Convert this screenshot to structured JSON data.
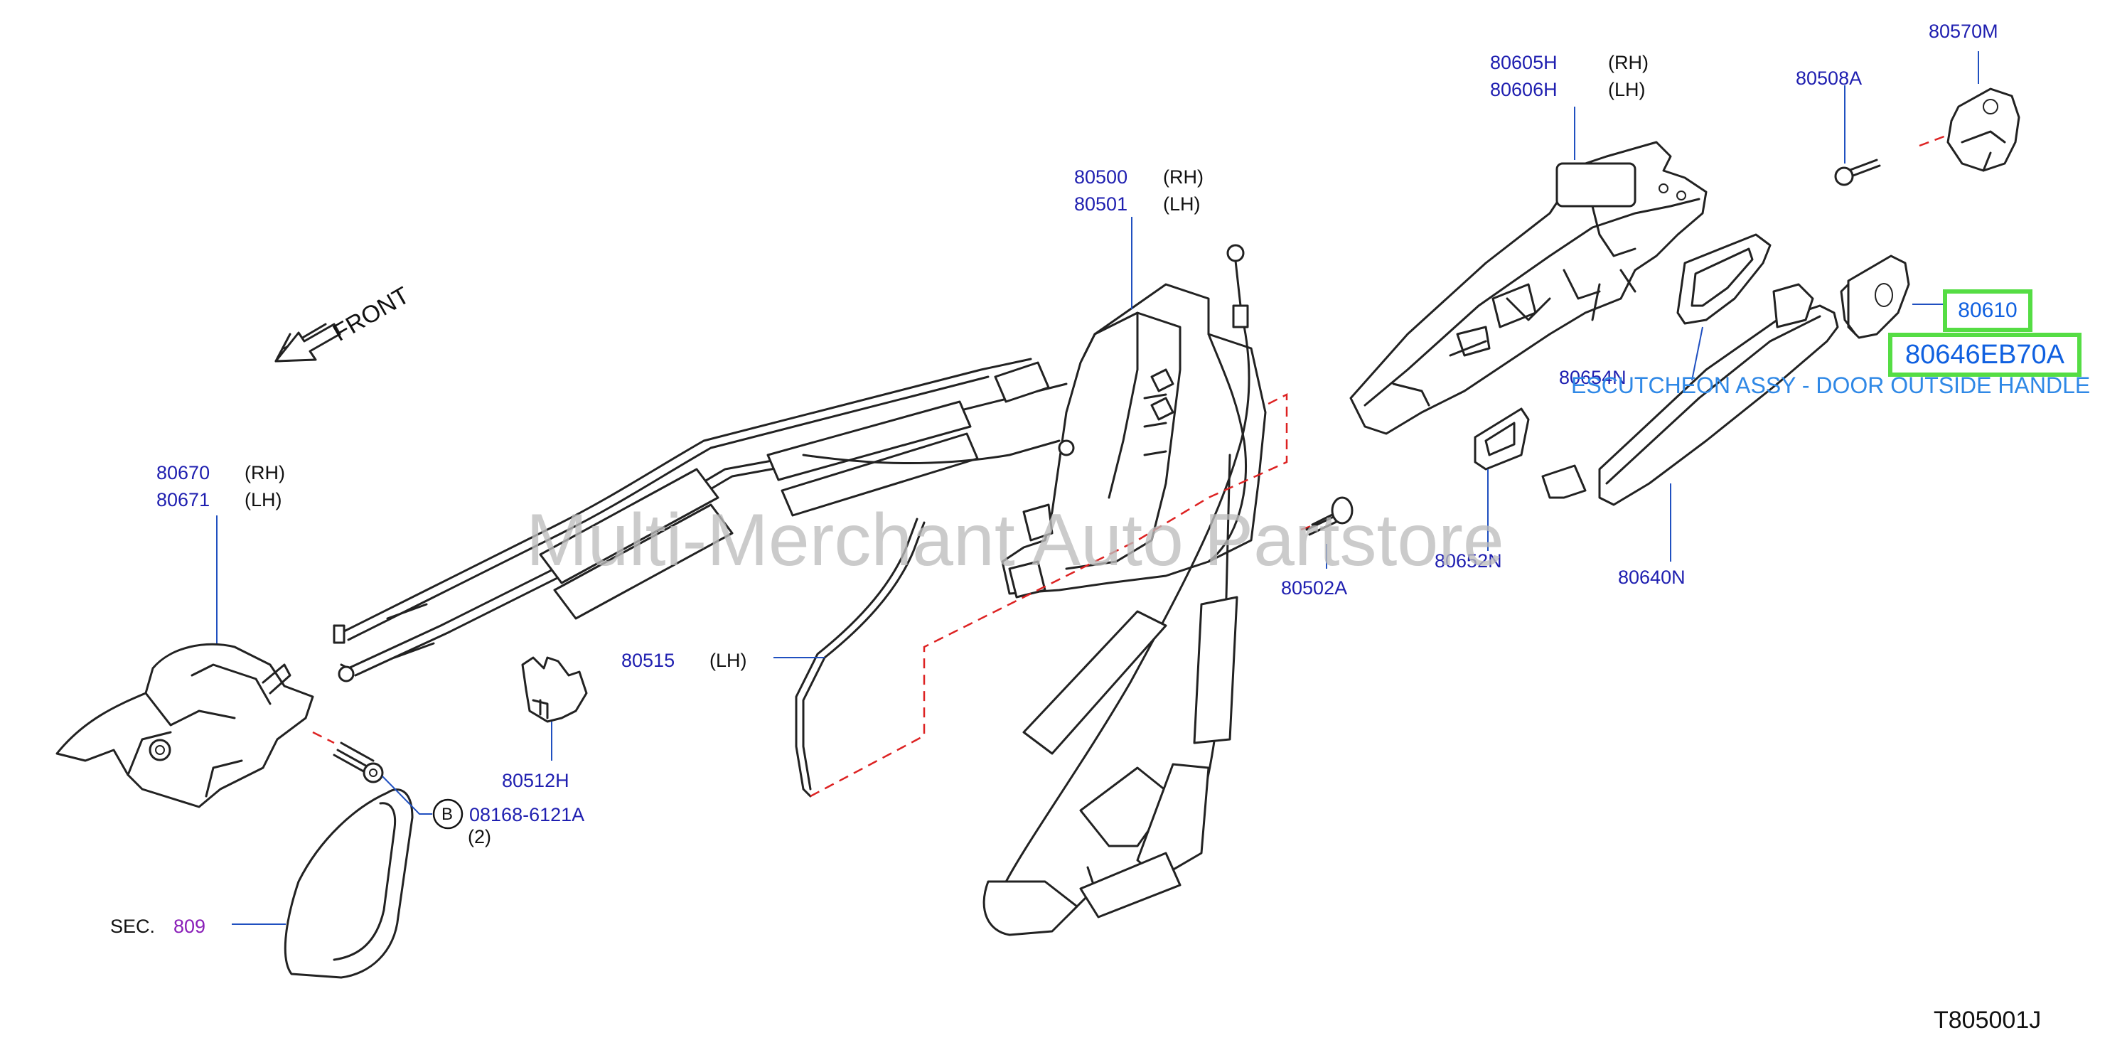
{
  "diagram": {
    "watermark": "Multi-Merchant Auto Partstore",
    "front_label": "FRONT",
    "diagram_code": "T805001J",
    "highlight": {
      "part_small": "80610",
      "part_main": "80646EB70A",
      "description": "ESCUTCHEON ASSY - DOOR OUTSIDE HANDLE",
      "border_color": "#55dd44",
      "text_color": "#1060e0"
    },
    "colors": {
      "part_number": "#1f1fb0",
      "section_ref": "#8a1fb8",
      "leader_line": "#2050c0",
      "dashed_line": "#dd2222",
      "outline": "#222222"
    },
    "labels": {
      "p80605H": "80605H",
      "p80605H_side": "(RH)",
      "p80606H": "80606H",
      "p80606H_side": "(LH)",
      "p80570M": "80570M",
      "p80508A": "80508A",
      "p80500": "80500",
      "p80500_side": "(RH)",
      "p80501": "80501",
      "p80501_side": "(LH)",
      "p80654N": "80654N",
      "p80670": "80670",
      "p80670_side": "(RH)",
      "p80671": "80671",
      "p80671_side": "(LH)",
      "p80502A": "80502A",
      "p80652N": "80652N",
      "p80640N": "80640N",
      "p80515": "80515",
      "p80515_side": "(LH)",
      "p80512H": "80512H",
      "callout_b": "B",
      "p08168": "08168-6121A",
      "p08168_qty": "(2)",
      "sec_label": "SEC.",
      "sec_num": "809"
    }
  }
}
